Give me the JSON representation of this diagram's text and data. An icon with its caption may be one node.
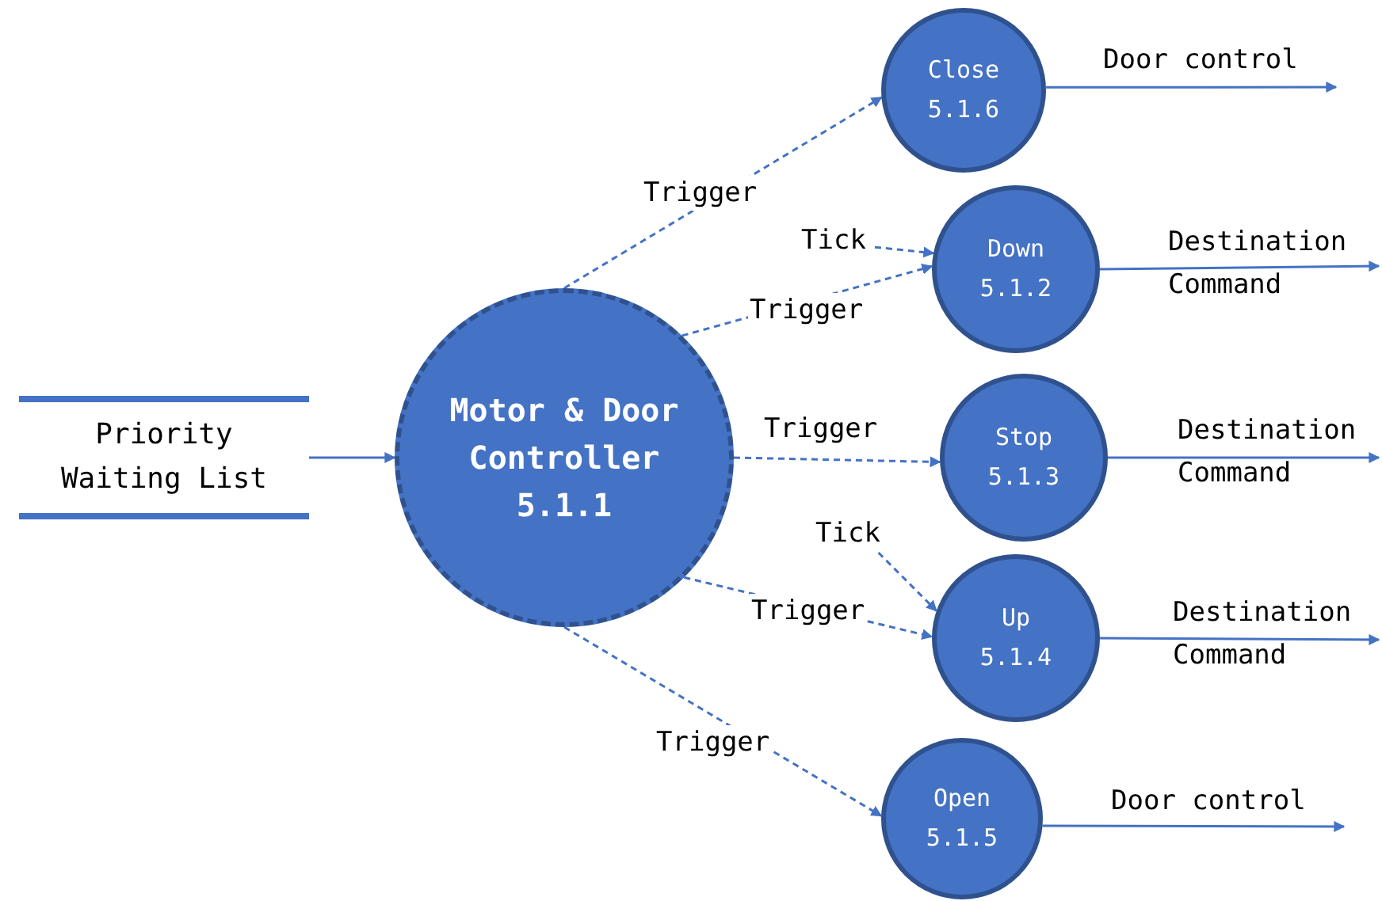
{
  "diagram": {
    "nodes": [
      {
        "text": [
          "Priority Waiting List"
        ]
      },
      {
        "text": [
          "Motor & Door Controller",
          "5.1.1"
        ]
      },
      {
        "text": [
          "Close",
          "5.1.6"
        ]
      },
      {
        "text": [
          "Down",
          "5.1.2"
        ]
      },
      {
        "text": [
          "Stop",
          "5.1.3"
        ]
      },
      {
        "text": [
          "Up",
          "5.1.4"
        ]
      },
      {
        "text": [
          "Open",
          "5.1.5"
        ]
      },
      {
        "text": [
          "Tick"
        ]
      },
      {
        "text": [
          "Tick"
        ]
      }
    ],
    "edges": [
      {
        "from": 0,
        "to": 1,
        "arrow": "to"
      },
      {
        "from": 1,
        "to": 2,
        "arrow": "to",
        "label": "Trigger",
        "style": "dashed"
      },
      {
        "from": 7,
        "to": 3,
        "arrow": "to",
        "style": "dashed"
      },
      {
        "from": 1,
        "to": 3,
        "arrow": "to",
        "label": "Trigger",
        "style": "dashed"
      },
      {
        "from": 1,
        "to": 4,
        "arrow": "to",
        "label": "Trigger",
        "style": "dashed"
      },
      {
        "from": 8,
        "to": 5,
        "arrow": "to",
        "style": "dashed"
      },
      {
        "from": 1,
        "to": 5,
        "arrow": "to",
        "label": "Trigger",
        "style": "dashed"
      },
      {
        "from": 1,
        "to": 6,
        "arrow": "to",
        "label": "Trigger",
        "style": "dashed"
      },
      {
        "from": 2,
        "to": null,
        "arrow": "to",
        "label": "Door control"
      },
      {
        "from": 3,
        "to": null,
        "arrow": "to",
        "label": "Destination Command"
      },
      {
        "from": 4,
        "to": null,
        "arrow": "to",
        "label": "Destination Command"
      },
      {
        "from": 5,
        "to": null,
        "arrow": "to",
        "label": "Destination Command"
      },
      {
        "from": 6,
        "to": null,
        "arrow": "to",
        "label": "Door control"
      }
    ]
  }
}
